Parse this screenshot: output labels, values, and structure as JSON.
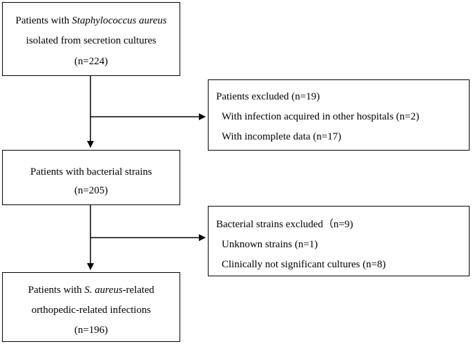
{
  "box1": {
    "line1_prefix": "Patients with ",
    "line1_italic": "Staphylococcus aureus",
    "line2": "isolated from secretion cultures",
    "line3": "(n=224)"
  },
  "excluded1": {
    "title": "Patients excluded (n=19)",
    "item1": "With infection acquired in other hospitals (n=2)",
    "item2": "With incomplete data (n=17)"
  },
  "box2": {
    "line1": "Patients with bacterial strains",
    "line2": "(n=205)"
  },
  "excluded2": {
    "title": "Bacterial strains excluded（n=9)",
    "item1": "Unknown strains (n=1)",
    "item2": "Clinically not significant cultures (n=8)"
  },
  "box3": {
    "line1_prefix": "Patients with ",
    "line1_italic": "S. aureus",
    "line1_suffix": "-related",
    "line2": "orthopedic-related infections",
    "line3": "(n=196)"
  }
}
